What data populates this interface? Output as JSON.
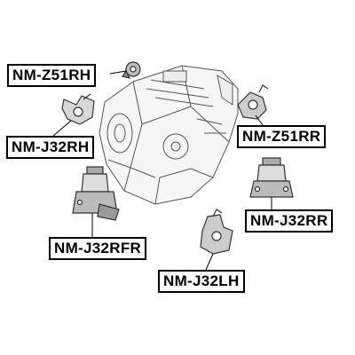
{
  "parts": [
    {
      "id": "z51rh",
      "label": "NM-Z51RH"
    },
    {
      "id": "j32rh",
      "label": "NM-J32RH"
    },
    {
      "id": "z51rr",
      "label": "NM-Z51RR"
    },
    {
      "id": "j32rr",
      "label": "NM-J32RR"
    },
    {
      "id": "j32rfr",
      "label": "NM-J32RFR"
    },
    {
      "id": "j32lh",
      "label": "NM-J32LH"
    }
  ]
}
